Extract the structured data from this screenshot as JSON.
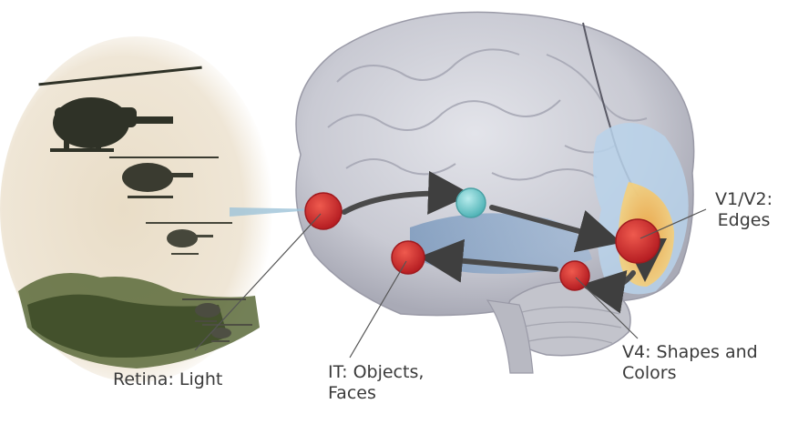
{
  "labels": {
    "retina": [
      "Retina: Light"
    ],
    "it": [
      "IT: Objects,",
      "Faces"
    ],
    "v4": [
      "V4: Shapes and",
      "Colors"
    ],
    "v1": [
      "V1/V2:",
      "Edges"
    ]
  },
  "colors": {
    "node_red": "#d8262a",
    "node_teal": "#5ec3c4",
    "arrow": "#4a4a4a",
    "label_text": "#3a3a3a",
    "pointer_line": "#555555"
  },
  "icons": {
    "photo": "helicopters-photo",
    "anatomy": "brain-illustration"
  }
}
